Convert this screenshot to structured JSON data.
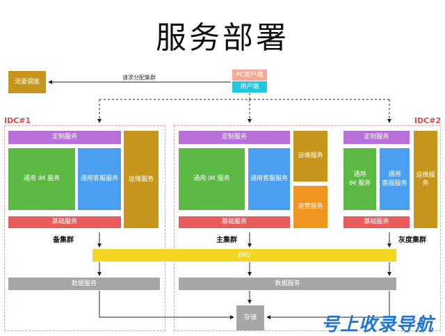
{
  "title": "服务部署",
  "traffic": {
    "label": "流量调度",
    "color": "#c6961c"
  },
  "request_label": "请求分配集群",
  "clients": [
    {
      "label": "PC客户端",
      "color": "#f2a995"
    },
    {
      "label": "用户端",
      "color": "#1fc6dc"
    }
  ],
  "idc1": {
    "label": "IDC#1"
  },
  "idc2": {
    "label": "IDC#2"
  },
  "backup_cluster": {
    "label": "备集群",
    "custom": "定制服务",
    "im": "通用 IM 服务",
    "support": "通用客服服务",
    "ops": "运维服务",
    "base": "基础服务"
  },
  "main_cluster": {
    "label": "主集群",
    "custom": "定制服务",
    "im": "通用 IM 服务",
    "support": "通用客服服务",
    "ops": "运维服务",
    "operation": "运营服务",
    "base": "基础服务"
  },
  "gray_cluster": {
    "label": "灰度集群",
    "custom": "定制服务",
    "im_line1": "通用",
    "im_line2": "IM 服务",
    "support_line1": "通用",
    "support_line2": "客服服务",
    "ops": "运维服务",
    "base": "基础服务"
  },
  "jmq": {
    "label": "JMQ",
    "color": "#f5d523"
  },
  "data_services": [
    "数据服务",
    "数据服务"
  ],
  "storage": {
    "label": "存储"
  },
  "watermark": "号上收录导航",
  "colors": {
    "purple": "#b76fd9",
    "green": "#5cb944",
    "blue": "#4a9ff0",
    "red": "#e95c5c",
    "gold": "#c6961c",
    "orange": "#f0951f",
    "gray": "#a6a6a6"
  }
}
